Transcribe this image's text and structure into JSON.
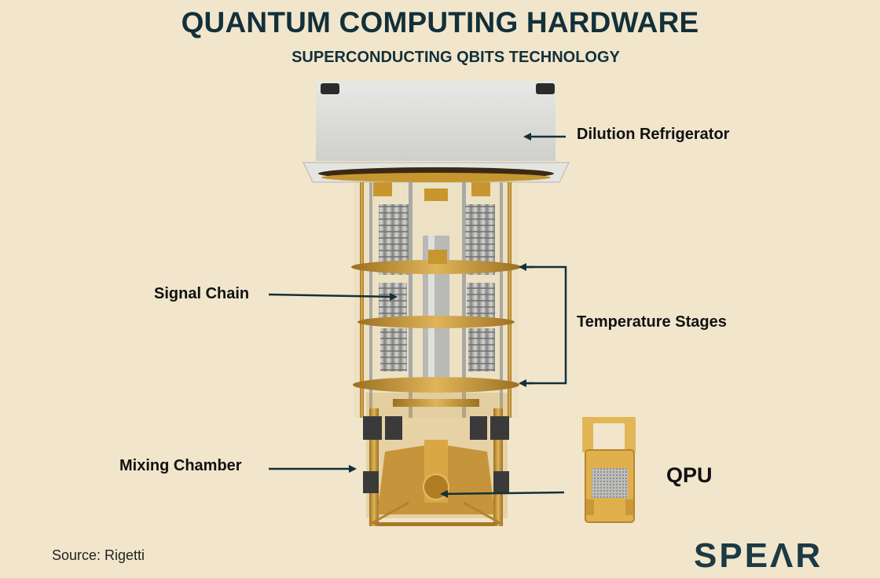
{
  "header": {
    "title": "QUANTUM COMPUTING HARDWARE",
    "subtitle": "SUPERCONDUCTING QBITS TECHNOLOGY"
  },
  "labels": {
    "dilution_refrigerator": "Dilution Refrigerator",
    "signal_chain": "Signal Chain",
    "temperature_stages": "Temperature Stages",
    "mixing_chamber": "Mixing Chamber",
    "qpu": "QPU"
  },
  "footer": {
    "source": "Source: Rigetti",
    "brand": "SPEΛR"
  },
  "colors": {
    "background": "#f1e6cc",
    "arrow": "#13303a",
    "gold": "#c89a3a",
    "silver": "#c9c9c6"
  }
}
